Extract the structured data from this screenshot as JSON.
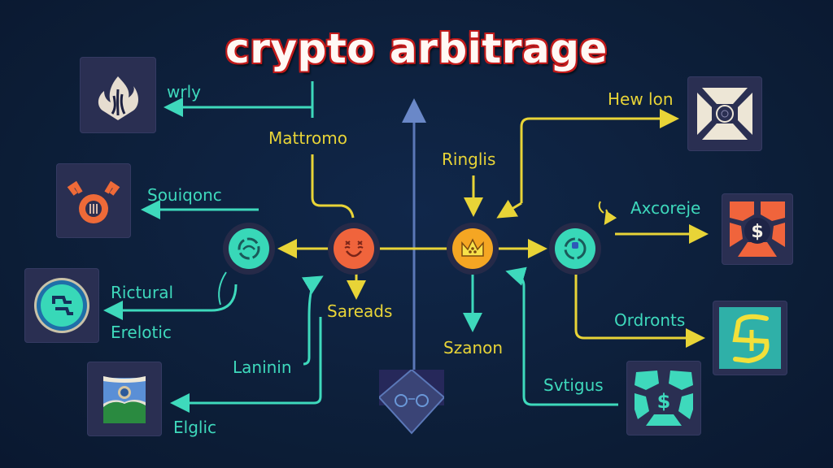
{
  "title": "crypto arbitrage",
  "colors": {
    "background": "#0d1f38",
    "teal": "#3ed9bc",
    "yellow": "#e8d437",
    "title_outline": "#c21a1a",
    "orange_node": "#f0643c",
    "gold_node": "#f5a623",
    "center_axis": "#5b78b8"
  },
  "hub_nodes": [
    {
      "id": "teal-left",
      "icon": "refresh-cycle-icon",
      "color": "#38d8b8"
    },
    {
      "id": "orange-face",
      "icon": "grinning-face-icon",
      "color": "#f0643c"
    },
    {
      "id": "gold-crown",
      "icon": "crown-icon",
      "color": "#f5a623"
    },
    {
      "id": "teal-right",
      "icon": "cycle-gauge-icon",
      "color": "#38d8b8"
    }
  ],
  "left_tiles": [
    {
      "id": "flame",
      "icon": "flame-shield-icon",
      "label": "wrly"
    },
    {
      "id": "gear-bull",
      "icon": "gear-horns-icon",
      "label": "Souiqonc"
    },
    {
      "id": "swap-coin",
      "icon": "swap-coin-icon",
      "label_top": "Rictural",
      "label_bottom": "Erelotic"
    },
    {
      "id": "flag",
      "icon": "landscape-flag-icon",
      "label_top": "Laninin",
      "label_bottom": "Elglic"
    }
  ],
  "right_tiles": [
    {
      "id": "exchange-x",
      "icon": "cross-exchange-icon",
      "label": "Hew lon"
    },
    {
      "id": "dollar-orange",
      "icon": "dollar-vault-icon",
      "label": "Axcoreje"
    },
    {
      "id": "s-yellow",
      "icon": "s-glyph-icon",
      "label": "Ordronts"
    },
    {
      "id": "dollar-teal",
      "icon": "dollar-badge-icon",
      "label": "Svtigus"
    }
  ],
  "center_labels": {
    "mattromo": "Mattromo",
    "ringlis": "Ringlis",
    "sareads": "Sareads",
    "szanon": "Szanon"
  },
  "bottom_center": {
    "icon": "wallet-diamond-icon"
  }
}
